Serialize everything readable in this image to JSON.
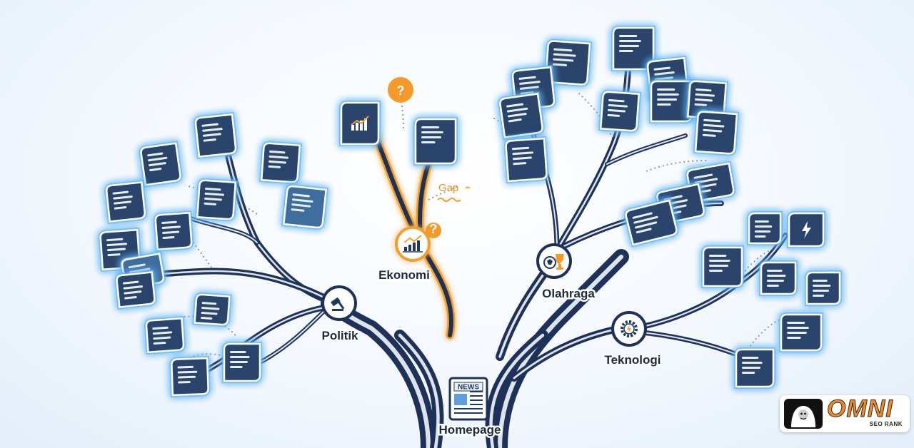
{
  "colors": {
    "trunk": "#1e3259",
    "branch_highlight": "#f2f6fb",
    "leaf_fill": "#2a446b",
    "leaf_glow": "#5fb2f3",
    "leaf_light_fill": "#3f6d9e",
    "gap_accent": "#f29f2f",
    "question_badge": "#f39a2b"
  },
  "diagram": {
    "root": {
      "label": "Homepage",
      "icon": "newspaper-icon",
      "icon_text": "NEWS"
    },
    "nodes": [
      {
        "id": "politik",
        "label": "Politik",
        "icon": "gavel-icon"
      },
      {
        "id": "ekonomi",
        "label": "Ekonomi",
        "icon": "growth-chart-icon",
        "highlight": "gap"
      },
      {
        "id": "olahraga",
        "label": "Olahraga",
        "icon": "sports-trophy-icon"
      },
      {
        "id": "teknologi",
        "label": "Teknologi",
        "icon": "gear-bolt-icon"
      }
    ],
    "gap": {
      "label": "Gap",
      "question_mark": "?"
    }
  },
  "brand": {
    "name": "OMNI",
    "tagline": "SEO RANK",
    "emblem_icon": "yeti-mascot-icon"
  }
}
